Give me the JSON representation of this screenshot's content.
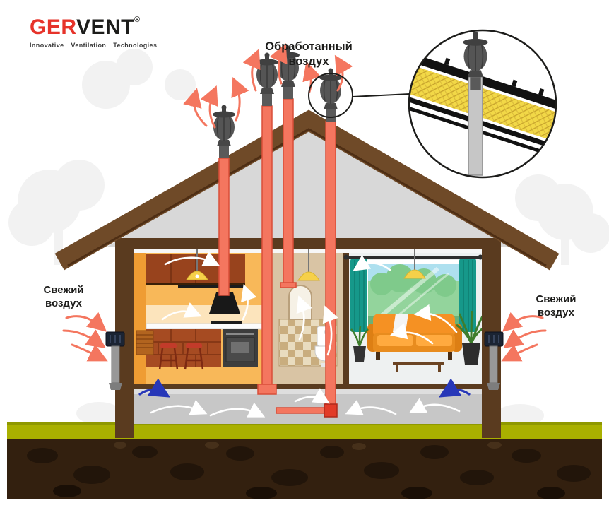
{
  "logo": {
    "text_red": "GER",
    "text_dark": "VENT",
    "registered": "®",
    "tagline": "Innovative Ventilation Technologies"
  },
  "labels": {
    "processed_air": "Обработанный воздух",
    "fresh_air_left": "Свежий воздух",
    "fresh_air_right": "Свежий воздух"
  },
  "colors": {
    "brand-red": "#e6332a",
    "brand-dark": "#1d1d1b",
    "pipe-salmon": "#f4765f",
    "pipe-outline": "#d94e38",
    "roof-brown": "#6f4a28",
    "wall-brown": "#5a3b1f",
    "kitchen-orange": "#f8b859",
    "curtain-teal": "#16988a",
    "sofa-orange": "#f59123",
    "grass-green": "#a9b000",
    "soil-brown": "#33200f",
    "insulation-yellow": "#f2d847",
    "vent-gray": "#4b4b4b",
    "arrow-blue": "#2737b8",
    "basement-gray": "#c7c7c7"
  }
}
